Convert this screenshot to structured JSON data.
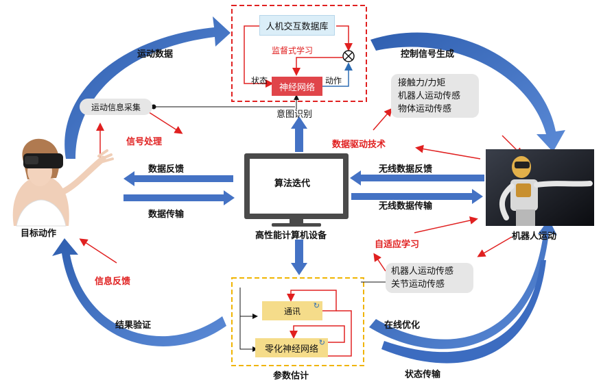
{
  "top": {
    "database": "人机交互数据库",
    "supervised": "监督式学习",
    "state": "状态",
    "action": "动作",
    "network": "神经网络",
    "caption": "意图识别"
  },
  "bottom": {
    "comm": "通讯",
    "zero_net": "零化神经网络",
    "caption": "参数估计"
  },
  "center": {
    "algo": "算法迭代",
    "device": "高性能计算机设备"
  },
  "labels": {
    "motion_data": "运动数据",
    "control_signal": "控制信号生成",
    "motion_collect": "运动信息采集",
    "signal_process": "信号处理",
    "data_feedback": "数据反馈",
    "data_transfer": "数据传输",
    "wireless_feedback": "无线数据反馈",
    "wireless_transfer": "无线数据传输",
    "data_driven": "数据驱动技术",
    "adaptive": "自适应学习",
    "info_feedback": "信息反馈",
    "result_verify": "结果验证",
    "online_opt": "在线优化",
    "state_transfer": "状态传输",
    "target_action": "目标动作",
    "robot_motion": "机器人运动"
  },
  "sensor_top": [
    "接触力/力矩",
    "机器人运动传感",
    "物体运动传感"
  ],
  "sensor_bottom": [
    "机器人运动传感",
    "关节运动传感"
  ],
  "colors": {
    "blue_arrow": "#4472c4",
    "red": "#e02020",
    "network_fill": "#e0454a",
    "db_fill": "#dbeef8",
    "zero_fill": "#f5dc8a",
    "sensor_fill": "#e6e6e6"
  }
}
